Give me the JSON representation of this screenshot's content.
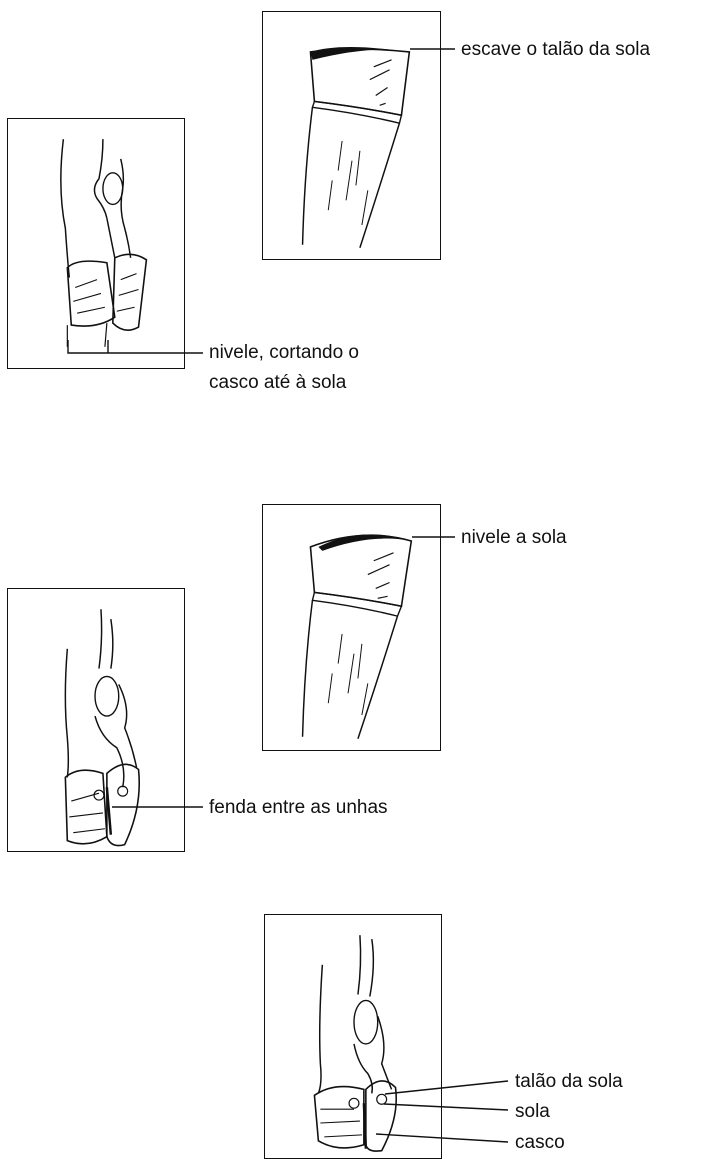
{
  "labels": {
    "escave": "escave o talão da sola",
    "nivele_cortando_line1": "nivele, cortando o",
    "nivele_cortando_line2": "casco até à sola",
    "nivele_sola": "nivele a sola",
    "fenda": "fenda entre as unhas",
    "talao": "talão da sola",
    "sola": "sola",
    "casco": "casco"
  }
}
